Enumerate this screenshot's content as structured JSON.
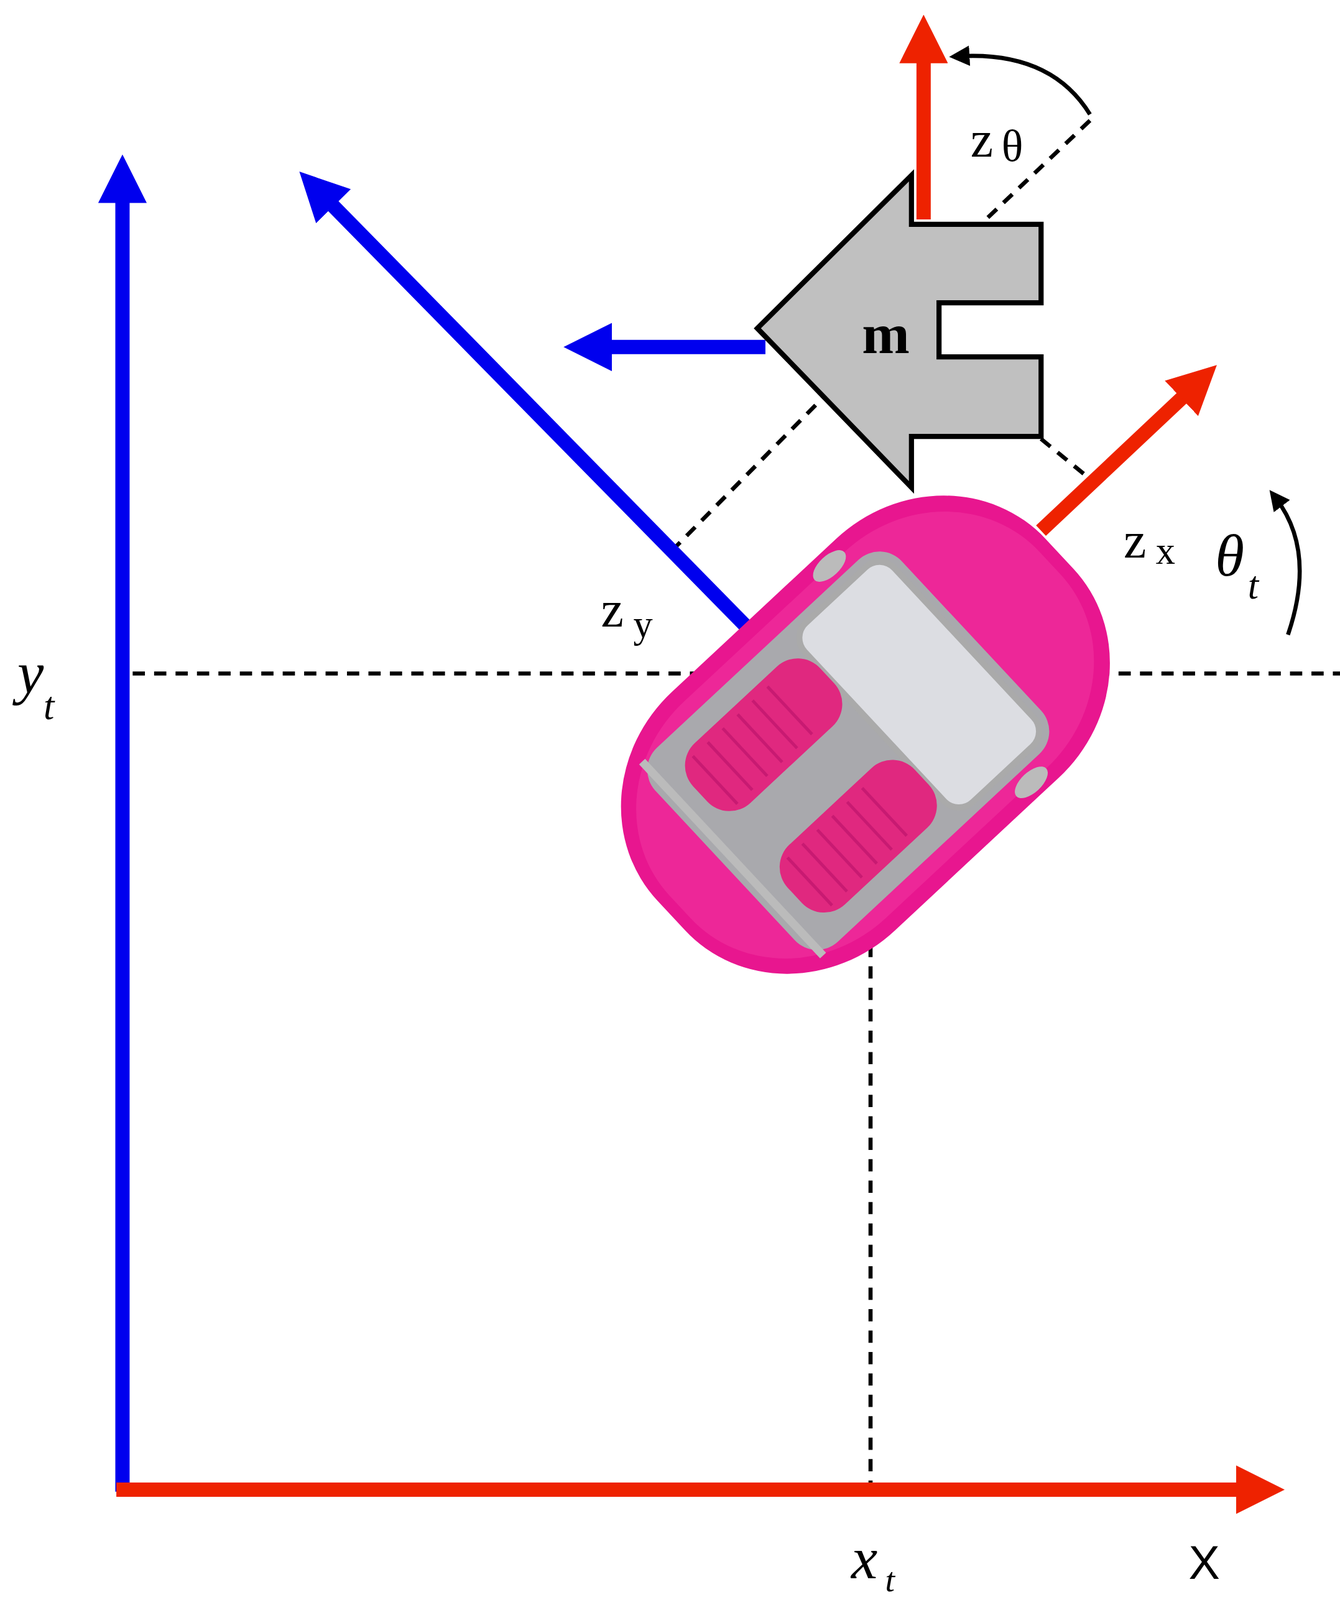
{
  "diagram": {
    "nodes": [
      {
        "text": [
          "m"
        ]
      }
    ],
    "labels": [
      "z",
      "θ",
      "z",
      "x",
      "θ",
      "t",
      "z",
      "y",
      "y",
      "t",
      "x",
      "t",
      "X"
    ]
  }
}
